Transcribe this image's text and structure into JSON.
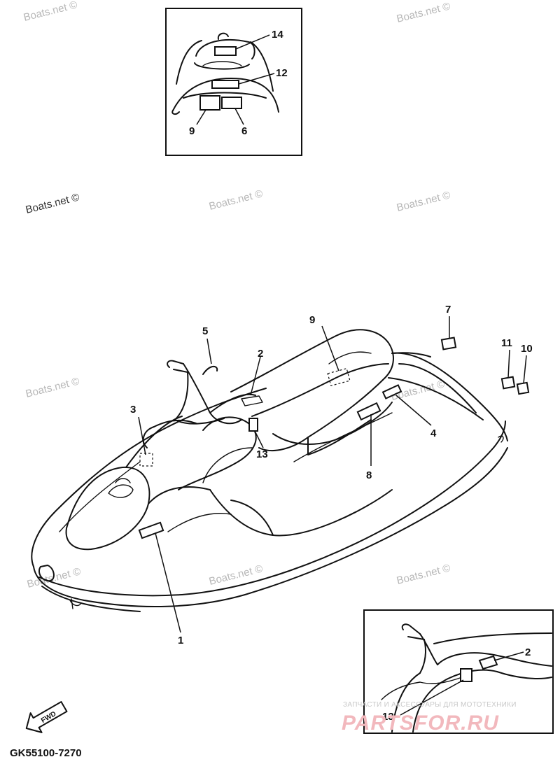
{
  "watermarks": [
    "Boats.net ©",
    "Boats.net ©",
    "Boats.net ©",
    "Boats.net ©",
    "Boats.net ©",
    "Boats.net ©",
    "Boats.net ©",
    "Boats.net ©",
    "Boats.net ©",
    "Boats.net ©"
  ],
  "callouts": {
    "c1": "1",
    "c2": "2",
    "c3": "3",
    "c4": "4",
    "c5": "5",
    "c6": "6",
    "c7": "7",
    "c8": "8",
    "c9": "9",
    "c10": "10",
    "c11": "11",
    "c12": "12",
    "c13": "13",
    "c14": "14"
  },
  "inset_top": {
    "c14": "14",
    "c12": "12",
    "c9": "9",
    "c6": "6"
  },
  "inset_bottom": {
    "c2": "2",
    "c13": "13"
  },
  "part_code": "GK55100-7270",
  "shop": {
    "tagline": "ЗАПЧАСТИ И АКСЕССУАРЫ ДЛЯ МОТОТЕХНИКИ",
    "logo": "PARTSFOR.RU"
  },
  "fwd_label": "FWD",
  "icons": [
    "fwd-arrow-icon"
  ]
}
